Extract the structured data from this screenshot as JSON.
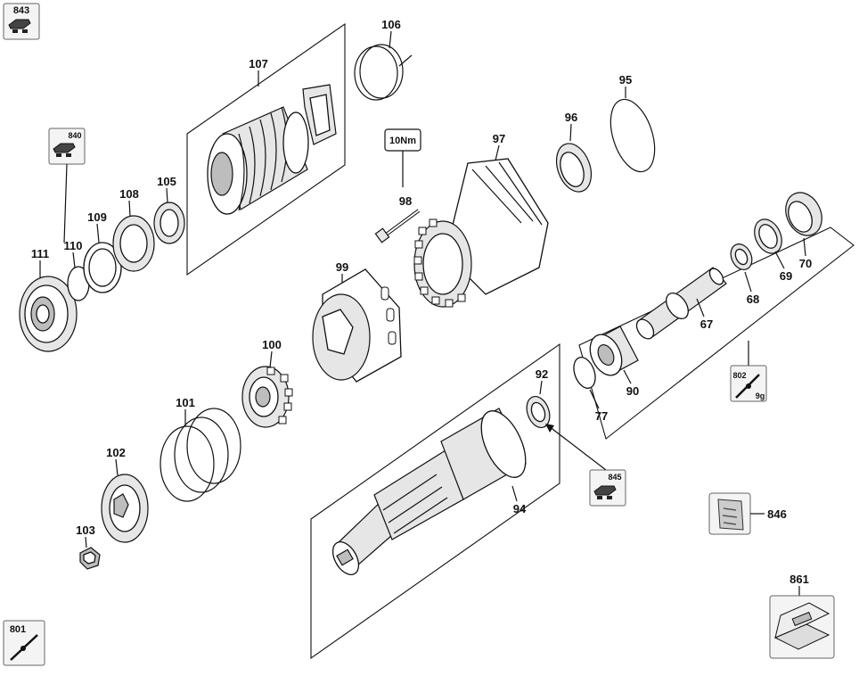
{
  "parts": {
    "p843": "843",
    "p840": "840",
    "p111": "111",
    "p110": "110",
    "p109": "109",
    "p108": "108",
    "p105": "105",
    "p107": "107",
    "p106": "106",
    "torque": "10Nm",
    "p98": "98",
    "p97": "97",
    "p96": "96",
    "p95": "95",
    "p99": "99",
    "p70": "70",
    "p69": "69",
    "p68": "68",
    "p67": "67",
    "p90": "90",
    "p77": "77",
    "p802": "802",
    "grease_802": "9g",
    "p100": "100",
    "p101": "101",
    "p102": "102",
    "p103": "103",
    "p92": "92",
    "p845": "845",
    "p94": "94",
    "p846": "846",
    "p861": "861",
    "p801": "801"
  },
  "icons": {
    "kit_843": "clip-kit-icon",
    "kit_840": "clip-kit-icon",
    "kit_845": "clip-kit-icon",
    "grease_802": "grease-syringe-icon",
    "grease_801": "grease-syringe-icon",
    "bag_846": "parts-bag-icon",
    "case_861": "carrying-case-icon"
  }
}
